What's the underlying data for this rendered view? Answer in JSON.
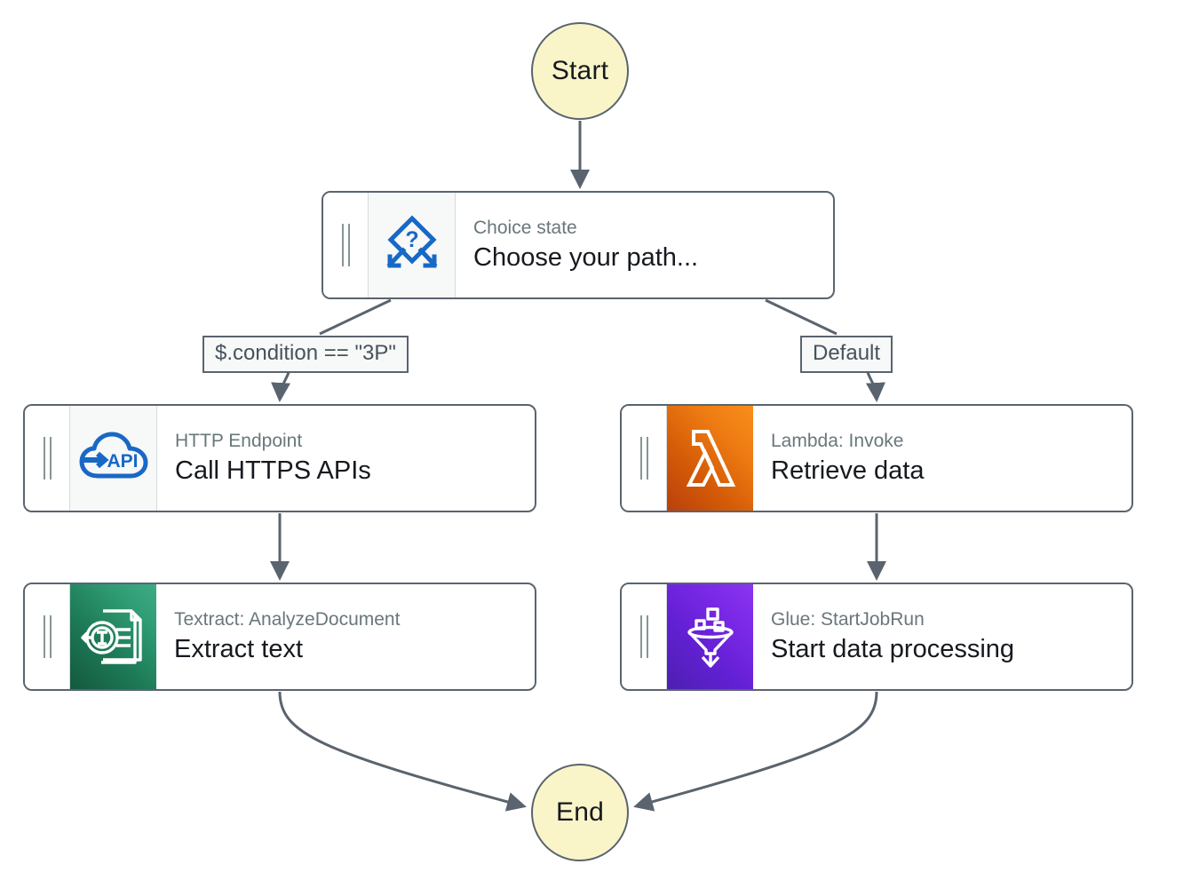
{
  "workflow": {
    "start_label": "Start",
    "end_label": "End",
    "states": [
      {
        "id": "choice",
        "subtitle": "Choice state",
        "title": "Choose your path...",
        "icon": "choice-diamond-icon",
        "tile_style": "plain",
        "accent": "#1868c6"
      },
      {
        "id": "http",
        "subtitle": "HTTP Endpoint",
        "title": "Call HTTPS APIs",
        "icon": "cloud-api-icon",
        "tile_style": "plain",
        "accent": "#1868c6"
      },
      {
        "id": "lambda",
        "subtitle": "Lambda: Invoke",
        "title": "Retrieve data",
        "icon": "lambda-icon",
        "tile_style": "lambda",
        "accent": "#ee7b12"
      },
      {
        "id": "textract",
        "subtitle": "Textract: AnalyzeDocument",
        "title": "Extract text",
        "icon": "textract-document-icon",
        "tile_style": "textract",
        "accent": "#2f9c74"
      },
      {
        "id": "glue",
        "subtitle": "Glue: StartJobRun",
        "title": "Start data processing",
        "icon": "glue-funnel-icon",
        "tile_style": "glue",
        "accent": "#7c2ae8"
      }
    ],
    "edge_labels": {
      "condition": "$.condition == \"3P\"",
      "default": "Default"
    },
    "colors": {
      "terminal_fill": "#faf5c8",
      "stroke": "#5a646e",
      "subtitle_text": "#69777b",
      "title_text": "#16191f",
      "label_fill": "#f7f8f8",
      "canvas": "#ffffff"
    }
  }
}
